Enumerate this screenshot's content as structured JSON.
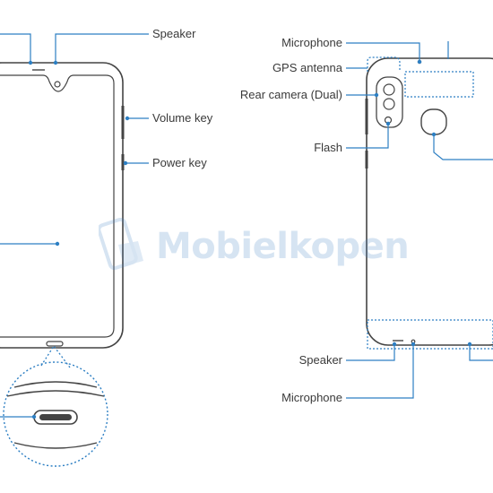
{
  "front": {
    "labels": {
      "speaker": "Speaker",
      "volume_key": "Volume key",
      "power_key": "Power key"
    }
  },
  "back": {
    "labels": {
      "microphone_top": "Microphone",
      "gps_antenna": "GPS antenna",
      "rear_camera": "Rear camera (Dual)",
      "flash": "Flash",
      "speaker_bottom": "Speaker",
      "microphone_bottom": "Microphone"
    }
  },
  "watermark": {
    "text": "Mobielkopen",
    "icon": "phone-logo-icon"
  },
  "colors": {
    "leader_line": "#2d7fc3",
    "outline": "#444444",
    "watermark": "#4a86c5"
  }
}
